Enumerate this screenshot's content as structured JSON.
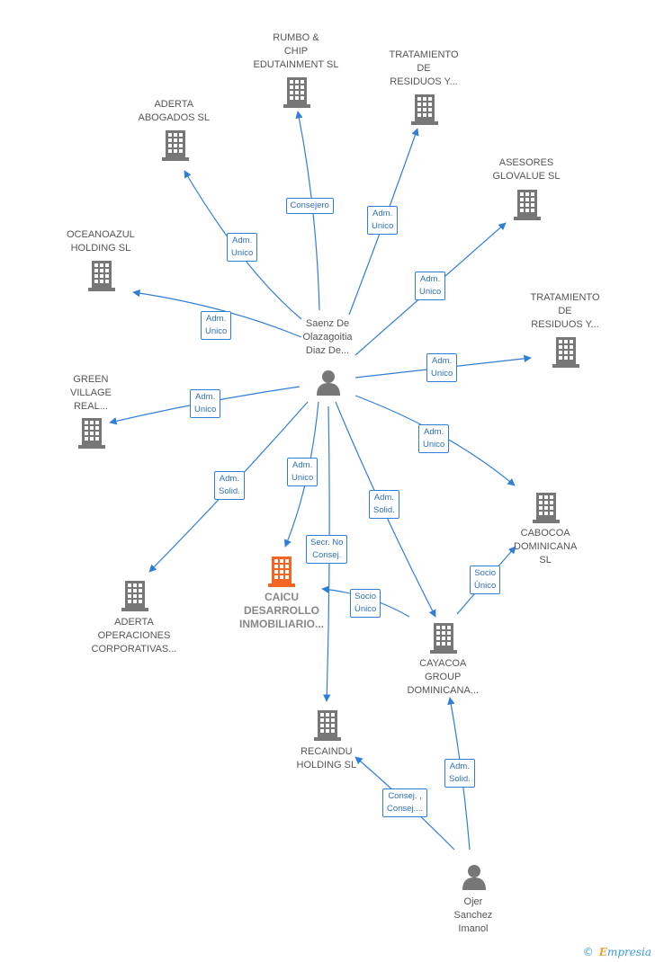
{
  "colors": {
    "edge": "#2f7ed8",
    "building": "#777777",
    "highlight": "#f26522",
    "text": "#555555"
  },
  "nodes": [
    {
      "id": "saenz",
      "type": "person",
      "label": "Saenz De\nOlazagoitia\nDiaz De..."
    },
    {
      "id": "ojer",
      "type": "person",
      "label": "Ojer\nSanchez\nImanol"
    },
    {
      "id": "caicu",
      "type": "company",
      "highlight": true,
      "label": "CAICU\nDESARROLLO\nINMOBILIARIO..."
    },
    {
      "id": "rumbo",
      "type": "company",
      "label": "RUMBO &\nCHIP\nEDUTAINMENT SL"
    },
    {
      "id": "trat1",
      "type": "company",
      "label": "TRATAMIENTO\nDE\nRESIDUOS Y..."
    },
    {
      "id": "aderta_ab",
      "type": "company",
      "label": "ADERTA\nABOGADOS SL"
    },
    {
      "id": "asesores",
      "type": "company",
      "label": "ASESORES\nGLOVALUE  SL"
    },
    {
      "id": "oceano",
      "type": "company",
      "label": "OCEANOAZUL\nHOLDING  SL"
    },
    {
      "id": "trat2",
      "type": "company",
      "label": "TRATAMIENTO\nDE\nRESIDUOS Y..."
    },
    {
      "id": "green",
      "type": "company",
      "label": "GREEN\nVILLAGE\nREAL..."
    },
    {
      "id": "cabocoa",
      "type": "company",
      "label": "CABOCOA\nDOMINICANA\nSL"
    },
    {
      "id": "aderta_op",
      "type": "company",
      "label": "ADERTA\nOPERACIONES\nCORPORATIVAS..."
    },
    {
      "id": "cayacoa",
      "type": "company",
      "label": "CAYACOA\nGROUP\nDOMINICANA..."
    },
    {
      "id": "recaindu",
      "type": "company",
      "label": "RECAINDU\nHOLDING SL"
    }
  ],
  "edges": [
    {
      "from": "saenz",
      "to": "rumbo",
      "label": "Consejero"
    },
    {
      "from": "saenz",
      "to": "trat1",
      "label": "Adm.\nUnico"
    },
    {
      "from": "saenz",
      "to": "aderta_ab",
      "label": "Adm.\nUnico"
    },
    {
      "from": "saenz",
      "to": "asesores",
      "label": "Adm.\nUnico"
    },
    {
      "from": "saenz",
      "to": "oceano",
      "label": "Adm.\nUnico"
    },
    {
      "from": "saenz",
      "to": "trat2",
      "label": "Adm.\nUnico"
    },
    {
      "from": "saenz",
      "to": "green",
      "label": "Adm.\nUnico"
    },
    {
      "from": "saenz",
      "to": "cabocoa",
      "label": "Adm.\nUnico"
    },
    {
      "from": "saenz",
      "to": "aderta_op",
      "label": "Adm.\nSolid."
    },
    {
      "from": "saenz",
      "to": "caicu",
      "label": "Adm.\nUnico"
    },
    {
      "from": "saenz",
      "to": "recaindu",
      "label": "Secr.  No\nConsej."
    },
    {
      "from": "saenz",
      "to": "cayacoa",
      "label": "Adm.\nSolid."
    },
    {
      "from": "cayacoa",
      "to": "cabocoa",
      "label": "Socio\nÚnico"
    },
    {
      "from": "cayacoa",
      "to": "caicu",
      "label": "Socio\nÚnico"
    },
    {
      "from": "ojer",
      "to": "cayacoa",
      "label": "Adm.\nSolid."
    },
    {
      "from": "ojer",
      "to": "recaindu",
      "label": "Consej. ,\nConsej...."
    }
  ],
  "footer": {
    "copyright": "©",
    "brand_initial": "E",
    "brand_rest": "mpresia"
  }
}
